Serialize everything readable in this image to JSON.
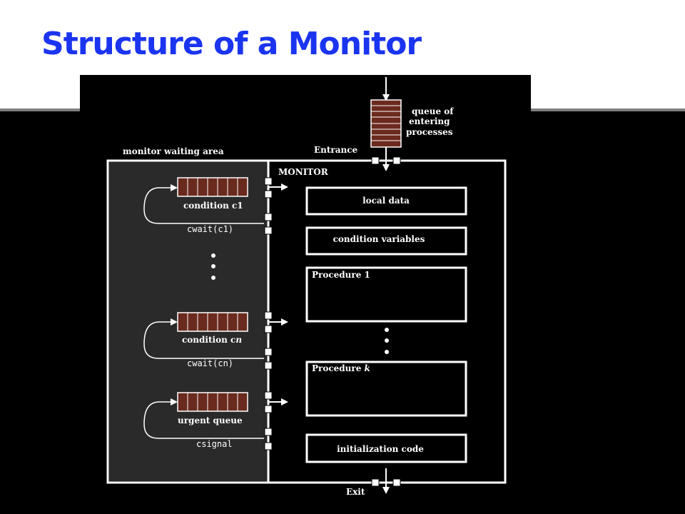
{
  "slide": {
    "title": "Structure of a Monitor",
    "title_color": "#1a34f0"
  },
  "diagram": {
    "queue_label_lines": [
      "queue of",
      "entering",
      "processes"
    ],
    "entrance_label": "Entrance",
    "waiting_area_label": "monitor waiting area",
    "monitor_label": "MONITOR",
    "conditions": [
      {
        "label": "condition c1",
        "wait_label": "cwait(c1)"
      },
      {
        "label_prefix": "condition c",
        "label_italic": "n",
        "wait_label": "cwait(cn)"
      },
      {
        "label": "urgent queue",
        "wait_label": "csignal"
      }
    ],
    "boxes": {
      "local_data": "local data",
      "condition_variables": "condition variables",
      "procedure_1": "Procedure 1",
      "procedure_k_prefix": "Procedure ",
      "procedure_k_italic": "k",
      "initialization_code": "initialization code"
    },
    "exit_label": "Exit",
    "queue_cell_color": "#6b2a1e",
    "waiting_area_color": "#2a2a2a"
  }
}
